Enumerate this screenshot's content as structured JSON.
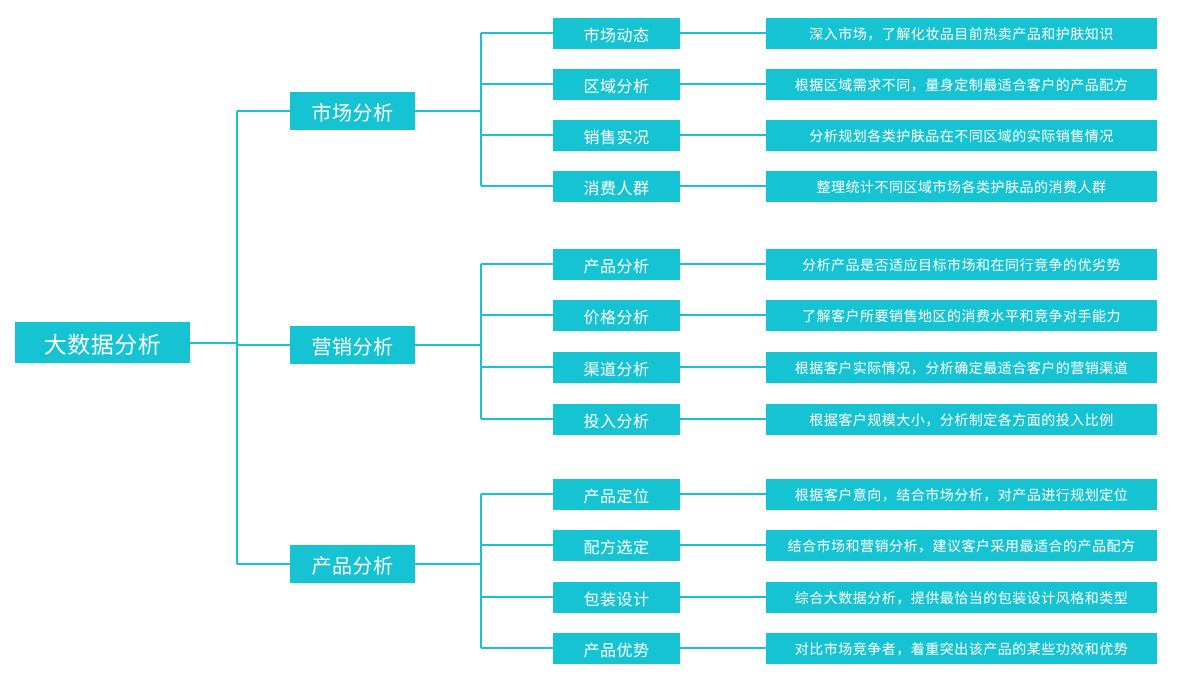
{
  "diagram": {
    "type": "mindmap-tree",
    "title": "大数据分析",
    "colors": {
      "node_fill": "#16c3d2",
      "node_text": "#ffffff",
      "connector": "#16c3d2",
      "background": "#ffffff"
    },
    "root": {
      "label": "大数据分析"
    },
    "branches": [
      {
        "label": "市场分析",
        "children": [
          {
            "label": "市场动态",
            "description": "深入市场，了解化妆品目前热卖产品和护肤知识"
          },
          {
            "label": "区域分析",
            "description": "根据区域需求不同，量身定制最适合客户的产品配方"
          },
          {
            "label": "销售实况",
            "description": "分析规划各类护肤品在不同区域的实际销售情况"
          },
          {
            "label": "消费人群",
            "description": "整理统计不同区域市场各类护肤品的消费人群"
          }
        ]
      },
      {
        "label": "营销分析",
        "children": [
          {
            "label": "产品分析",
            "description": "分析产品是否适应目标市场和在同行竞争的优劣势"
          },
          {
            "label": "价格分析",
            "description": "了解客户所要销售地区的消费水平和竞争对手能力"
          },
          {
            "label": "渠道分析",
            "description": "根据客户实际情况，分析确定最适合客户的营销渠道"
          },
          {
            "label": "投入分析",
            "description": "根据客户规模大小，分析制定各方面的投入比例"
          }
        ]
      },
      {
        "label": "产品分析",
        "children": [
          {
            "label": "产品定位",
            "description": "根据客户意向，结合市场分析，对产品进行规划定位"
          },
          {
            "label": "配方选定",
            "description": "结合市场和营销分析，建议客户采用最适合的产品配方"
          },
          {
            "label": "包装设计",
            "description": "综合大数据分析，提供最恰当的包装设计风格和类型"
          },
          {
            "label": "产品优势",
            "description": "对比市场竞争者，着重突出该产品的某些功效和优势"
          }
        ]
      }
    ]
  }
}
